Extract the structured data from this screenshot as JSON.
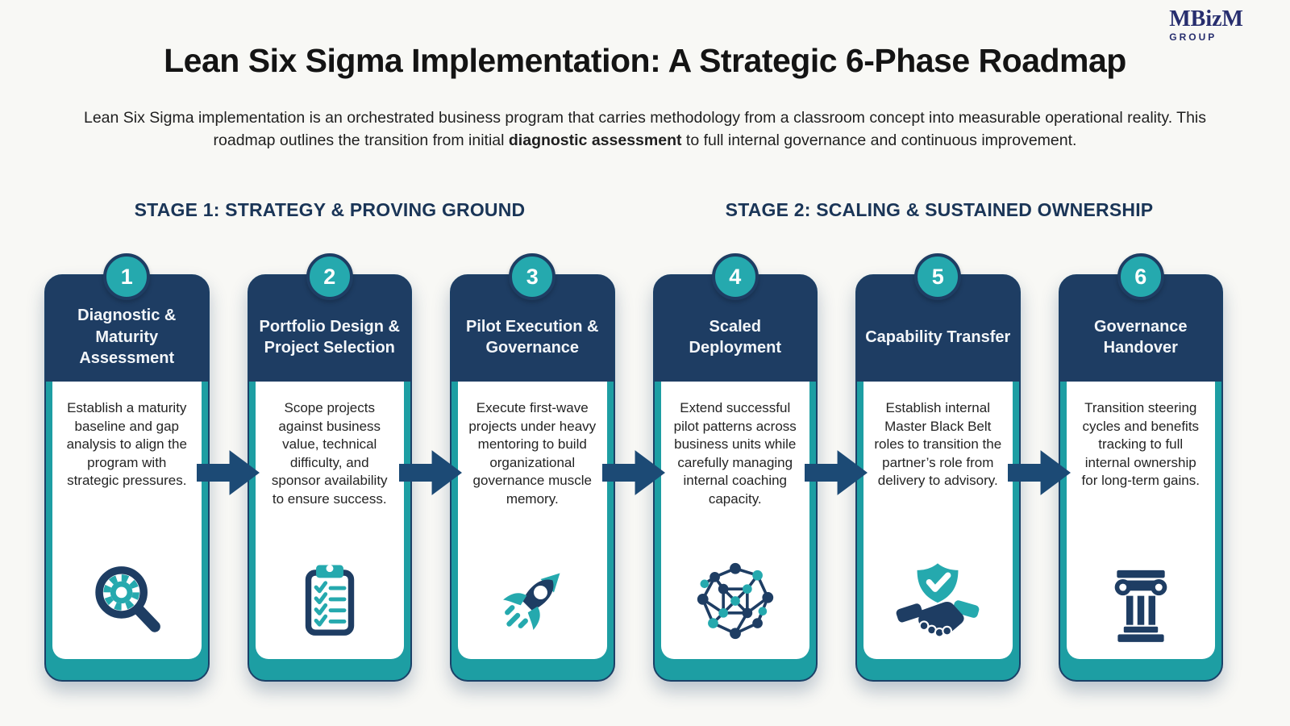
{
  "logo": {
    "name": "MBizM",
    "subtext": "GROUP"
  },
  "title": "Lean Six Sigma Implementation: A Strategic 6-Phase Roadmap",
  "subtitle": {
    "part1": "Lean Six Sigma implementation is an orchestrated business program that carries methodology from a classroom concept into measurable operational reality. This roadmap outlines the transition from initial ",
    "bold": "diagnostic assessment",
    "part2": " to full internal governance and continuous improvement."
  },
  "stages": [
    {
      "label": "STAGE 1: STRATEGY & PROVING GROUND"
    },
    {
      "label": "STAGE 2: SCALING & SUSTAINED OWNERSHIP"
    }
  ],
  "phases": [
    {
      "number": "1",
      "title": "Diagnostic & Maturity Assessment",
      "description": "Establish a maturity baseline and gap analysis to align the program with strategic pressures.",
      "icon": "search-gear-icon"
    },
    {
      "number": "2",
      "title": "Portfolio Design & Project Selection",
      "description": "Scope projects against business value, technical difficulty, and sponsor availability to ensure success.",
      "icon": "clipboard-checklist-icon"
    },
    {
      "number": "3",
      "title": "Pilot Execution & Governance",
      "description": "Execute first-wave projects under heavy mentoring to build organizational governance muscle memory.",
      "icon": "rocket-icon"
    },
    {
      "number": "4",
      "title": "Scaled Deployment",
      "description": "Extend successful pilot patterns across business units while carefully managing internal coaching capacity.",
      "icon": "network-icon"
    },
    {
      "number": "5",
      "title": "Capability Transfer",
      "description": "Establish internal Master Black Belt roles to transition the partner’s role from delivery to advisory.",
      "icon": "handshake-shield-icon"
    },
    {
      "number": "6",
      "title": "Governance Handover",
      "description": "Transition steering cycles and benefits tracking to full internal ownership for long-term gains.",
      "icon": "pillar-icon"
    }
  ],
  "colors": {
    "teal": "#1D9EA3",
    "badge_teal": "#25A9AE",
    "navy": "#1E3D63",
    "arrow_navy": "#1C4A75",
    "stage_navy": "#1A3557",
    "logo_navy": "#272E6E",
    "background": "#F8F8F5"
  }
}
